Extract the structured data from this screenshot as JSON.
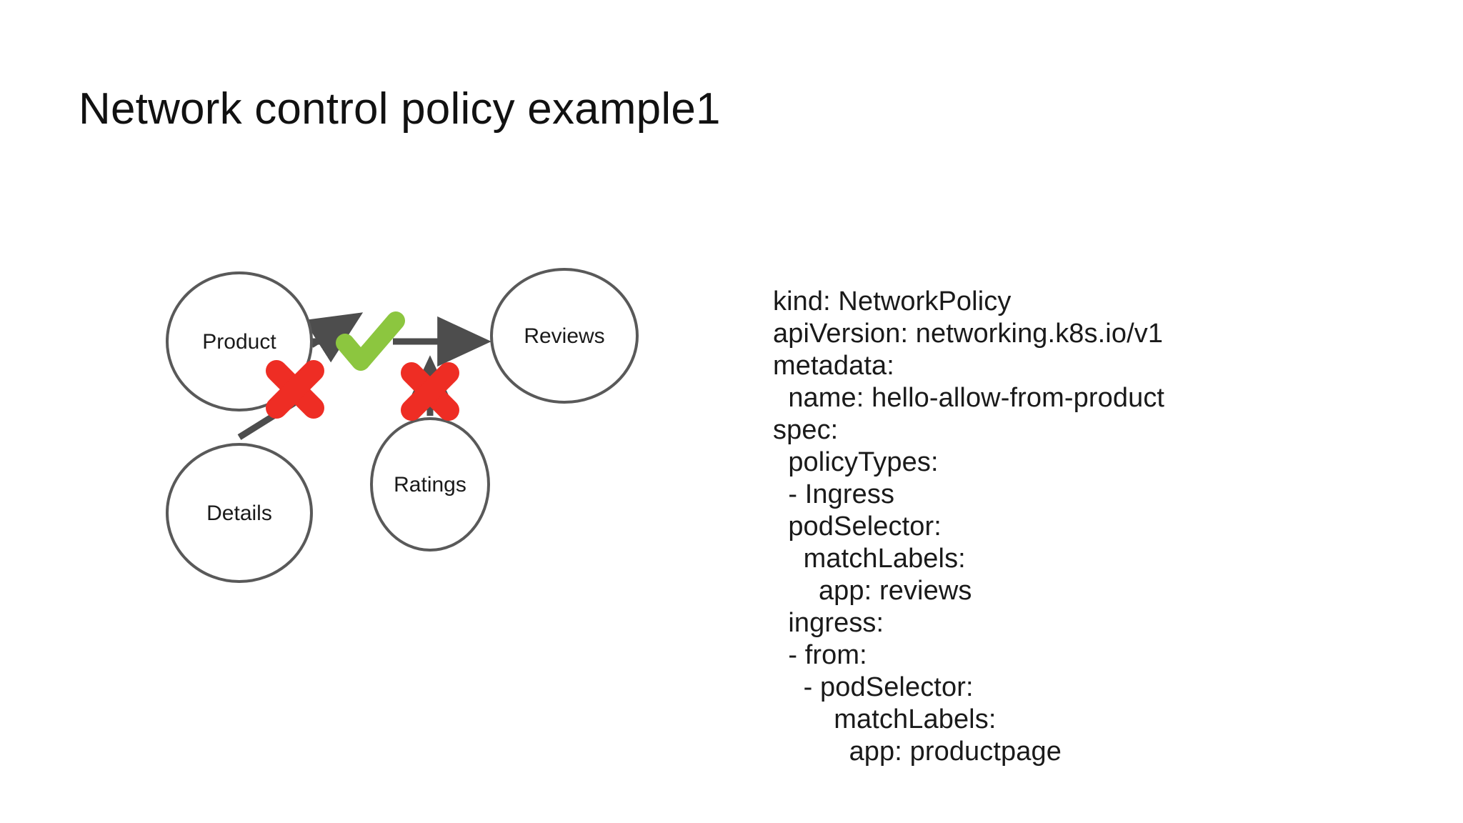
{
  "slide": {
    "title": "Network control policy example1",
    "background_color": "#ffffff"
  },
  "colors": {
    "node_stroke": "#595959",
    "edge": "#4d4d4d",
    "allow_check": "#8cc63f",
    "deny_cross": "#ee2d24",
    "text": "#1a1a1a"
  },
  "diagram": {
    "nodes": [
      {
        "id": "product",
        "label": "Product"
      },
      {
        "id": "reviews",
        "label": "Reviews"
      },
      {
        "id": "details",
        "label": "Details"
      },
      {
        "id": "ratings",
        "label": "Ratings"
      }
    ],
    "edges": [
      {
        "id": "product-to-reviews",
        "from": "Product",
        "to": "Reviews",
        "status": "allowed",
        "marker": "check-icon"
      },
      {
        "id": "details-to-reviews",
        "from": "Details",
        "to": "Reviews",
        "status": "denied",
        "marker": "cross-icon"
      },
      {
        "id": "ratings-to-reviews",
        "from": "Ratings",
        "to": "Reviews",
        "status": "denied",
        "marker": "cross-icon"
      }
    ],
    "markers": {
      "allow_label": "allowed",
      "deny_label": "denied"
    }
  },
  "yaml": {
    "lines": [
      "kind: NetworkPolicy",
      "apiVersion: networking.k8s.io/v1",
      "metadata:",
      "  name: hello-allow-from-product",
      "spec:",
      "  policyTypes:",
      "  - Ingress",
      "  podSelector:",
      "    matchLabels:",
      "      app: reviews",
      "  ingress:",
      "  - from:",
      "    - podSelector:",
      "        matchLabels:",
      "          app: productpage"
    ]
  }
}
